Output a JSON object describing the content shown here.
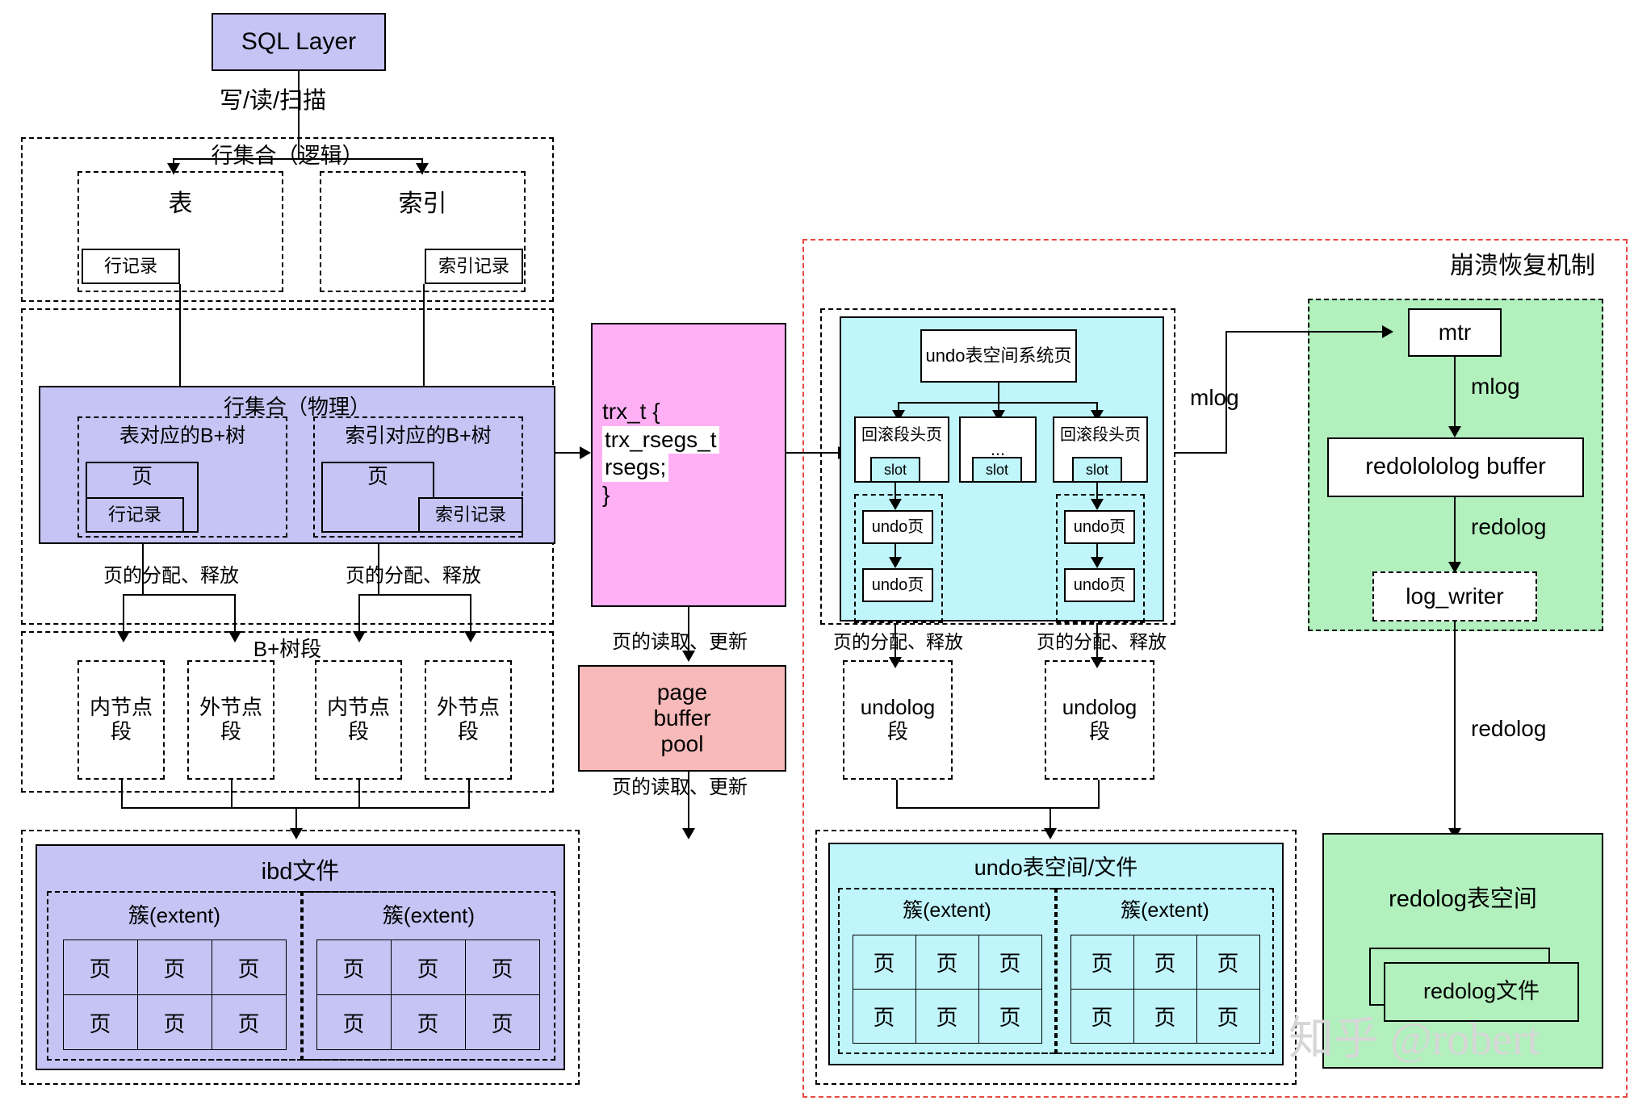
{
  "diagram": {
    "title": "MySQL InnoDB storage architecture",
    "watermark": "知乎 @robert",
    "colors": {
      "purple": "#c5c4f4",
      "magenta": "#ffb0f5",
      "salmon": "#f7b9b9",
      "cyan": "#bff5fb",
      "green": "#b2f0bd",
      "red_dashed": "#e8473f",
      "stroke": "#000000"
    }
  },
  "sql_layer": {
    "label": "SQL Layer"
  },
  "edges": {
    "write_read_scan": "写/读/扫描",
    "page_alloc_free": "页的分配、释放",
    "page_read_update": "页的读取、更新",
    "mlog": "mlog",
    "redolog": "redolog"
  },
  "logical_rowset": {
    "title": "行集合（逻辑）",
    "table": {
      "title": "表",
      "record": "行记录"
    },
    "index": {
      "title": "索引",
      "record": "索引记录"
    }
  },
  "physical_rowset": {
    "group_title": "行集合（物理）",
    "table_btree": {
      "title": "表对应的B+树",
      "page": "页",
      "record": "行记录"
    },
    "index_btree": {
      "title": "索引对应的B+树",
      "page": "页",
      "record": "索引记录"
    }
  },
  "btree_segments": {
    "title": "B+树段",
    "items": [
      {
        "line1": "内节点",
        "line2": "段"
      },
      {
        "line1": "外节点",
        "line2": "段"
      },
      {
        "line1": "内节点",
        "line2": "段"
      },
      {
        "line1": "外节点",
        "line2": "段"
      }
    ]
  },
  "trx": {
    "lines": [
      "trx_t {",
      "trx_rsegs_t",
      "rsegs;",
      "}"
    ],
    "highlight_lines": [
      1,
      2
    ]
  },
  "buffer_pool": {
    "lines": [
      "page",
      "buffer",
      "pool"
    ]
  },
  "undo_tablespace_pages": {
    "system_page": "undo表空间系统页",
    "rollback_header_left": "回滚段头页",
    "rollback_header_mid": "...",
    "rollback_header_right": "回滚段头页",
    "slot": "slot",
    "undo_page": "undo页"
  },
  "undolog_segments": [
    {
      "line1": "undolog",
      "line2": "段"
    },
    {
      "line1": "undolog",
      "line2": "段"
    }
  ],
  "crash_recovery": {
    "title": "崩溃恢复机制",
    "mtr": "mtr",
    "redolog_buffer": "redolololog buffer",
    "log_writer": "log_writer"
  },
  "files": {
    "ibd": {
      "title": "ibd文件",
      "extent": "簇(extent)",
      "page": "页"
    },
    "undo": {
      "title": "undo表空间/文件",
      "extent": "簇(extent)",
      "page": "页"
    },
    "redolog_tablespace": {
      "title": "redolog表空间",
      "file": "redolog文件"
    }
  }
}
